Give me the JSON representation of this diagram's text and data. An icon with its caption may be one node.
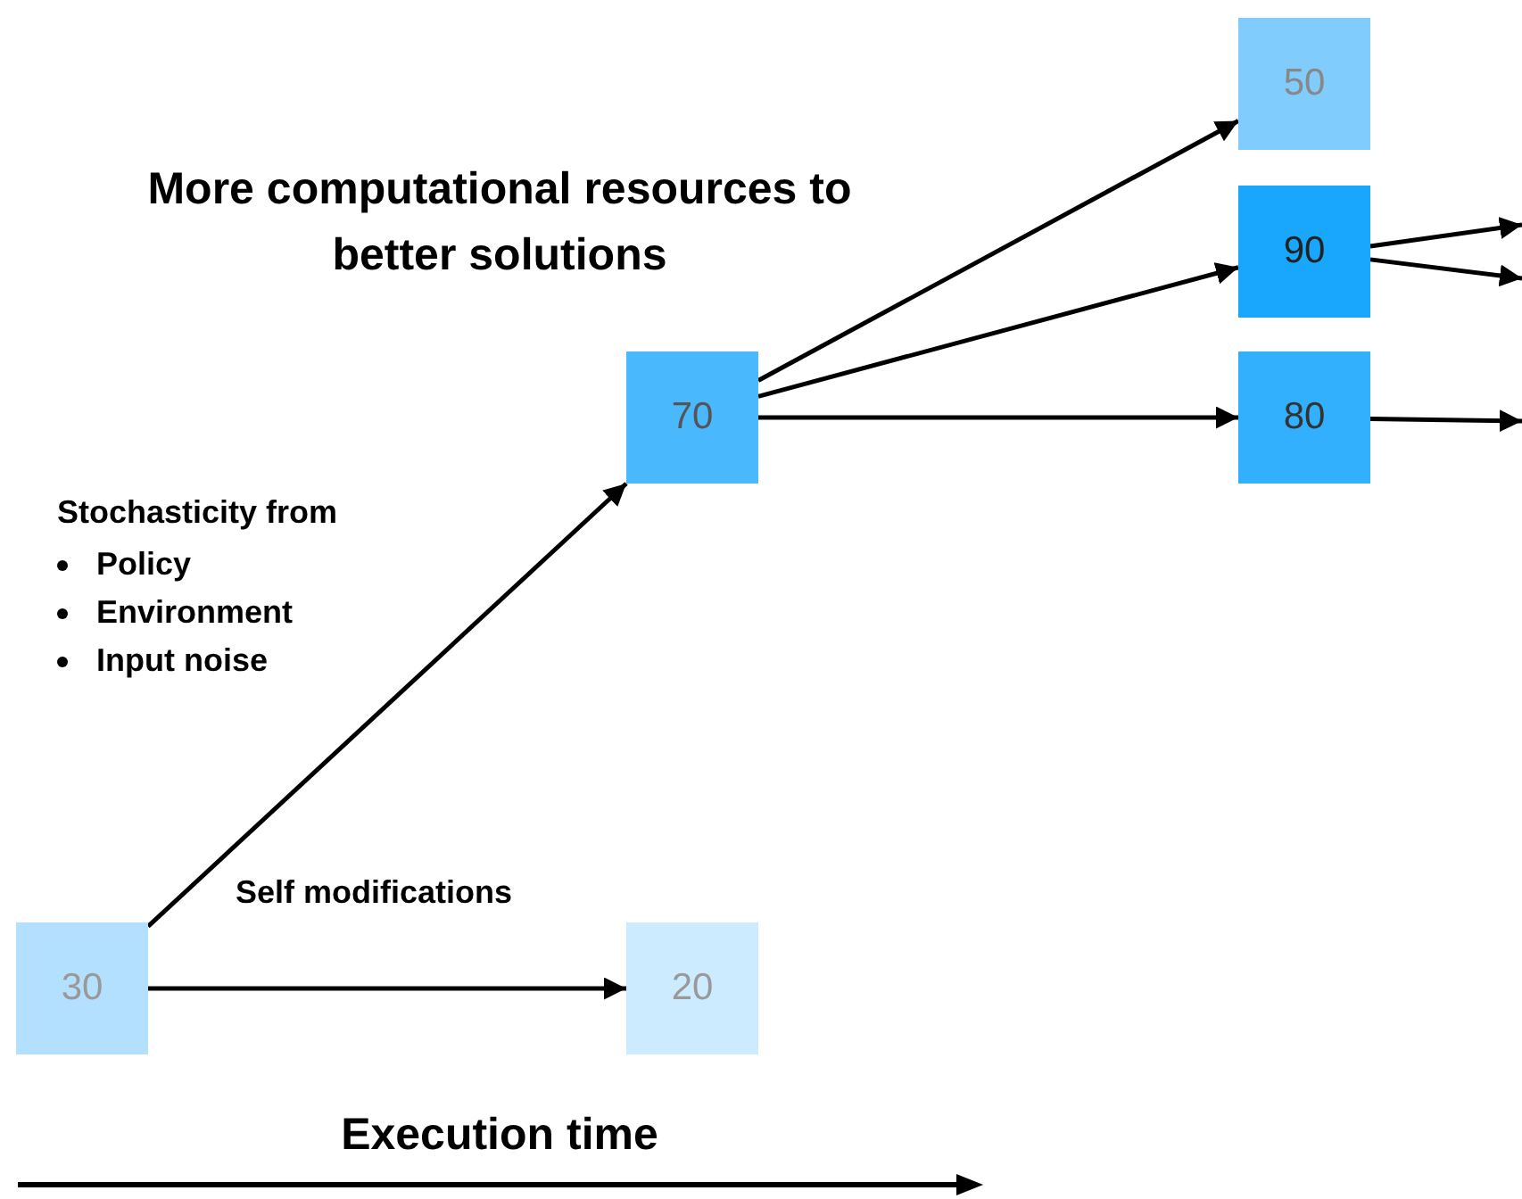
{
  "diagram": {
    "title": "More computational resources to better solutions",
    "nodes": [
      {
        "text": [
          "30"
        ]
      },
      {
        "text": [
          "20"
        ]
      },
      {
        "text": [
          "70"
        ]
      },
      {
        "text": [
          "50"
        ]
      },
      {
        "text": [
          "90"
        ]
      },
      {
        "text": [
          "80"
        ]
      }
    ],
    "edges": [
      {
        "from": 0,
        "to": 1,
        "arrow": "to"
      },
      {
        "from": 0,
        "to": 2,
        "arrow": "to"
      },
      {
        "from": 2,
        "to": 3,
        "arrow": "to"
      },
      {
        "from": 2,
        "to": 4,
        "arrow": "to"
      },
      {
        "from": 2,
        "to": 5,
        "arrow": "to"
      },
      {
        "from": 4,
        "to": null,
        "arrow": "to"
      },
      {
        "from": 4,
        "to": null,
        "arrow": "to"
      },
      {
        "from": 5,
        "to": null,
        "arrow": "to"
      }
    ],
    "labels": [
      "Stochasticity from",
      "Policy",
      "Environment",
      "Input noise",
      "Self modifications",
      "Execution time"
    ]
  }
}
